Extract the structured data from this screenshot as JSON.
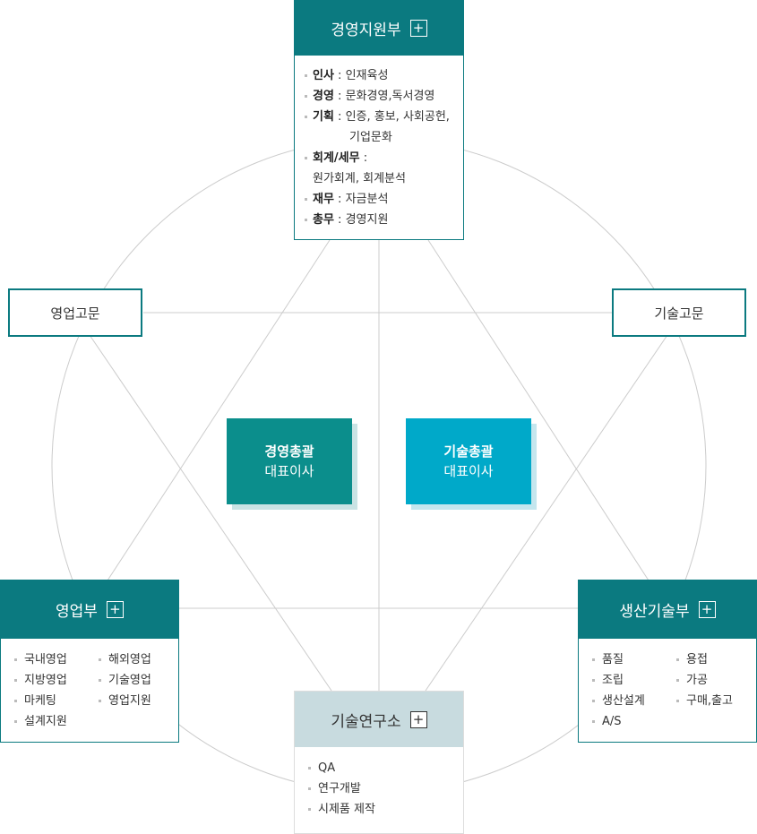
{
  "colors": {
    "primary": "#0b7a80",
    "secondary": "#00a9c9",
    "research_header": "#c8dbdf",
    "line": "#cccccc"
  },
  "management": {
    "title": "경영지원부",
    "items": [
      {
        "label": "인사",
        "desc": "인재육성"
      },
      {
        "label": "경영",
        "desc": "문화경영,독서경영"
      },
      {
        "label": "기획",
        "desc": "인증, 홍보, 사회공헌,",
        "desc2": "기업문화"
      },
      {
        "label": "회계/세무",
        "desc": "",
        "desc2": "원가회계, 회계분석"
      },
      {
        "label": "재무",
        "desc": "자금분석"
      },
      {
        "label": "총무",
        "desc": "경영지원"
      }
    ]
  },
  "advisors": {
    "sales": "영업고문",
    "tech": "기술고문"
  },
  "ceos": {
    "management": {
      "title": "경영총괄",
      "role": "대표이사"
    },
    "tech": {
      "title": "기술총괄",
      "role": "대표이사"
    }
  },
  "sales": {
    "title": "영업부",
    "col1": [
      "국내영업",
      "지방영업",
      "마케팅",
      "설계지원"
    ],
    "col2": [
      "해외영업",
      "기술영업",
      "영업지원"
    ]
  },
  "production": {
    "title": "생산기술부",
    "col1": [
      "품질",
      "조립",
      "생산설계",
      "A/S"
    ],
    "col2": [
      "용접",
      "가공",
      "구매,출고"
    ]
  },
  "research": {
    "title": "기술연구소",
    "items": [
      "QA",
      "연구개발",
      "시제품 제작"
    ]
  },
  "plus_symbol": "+"
}
